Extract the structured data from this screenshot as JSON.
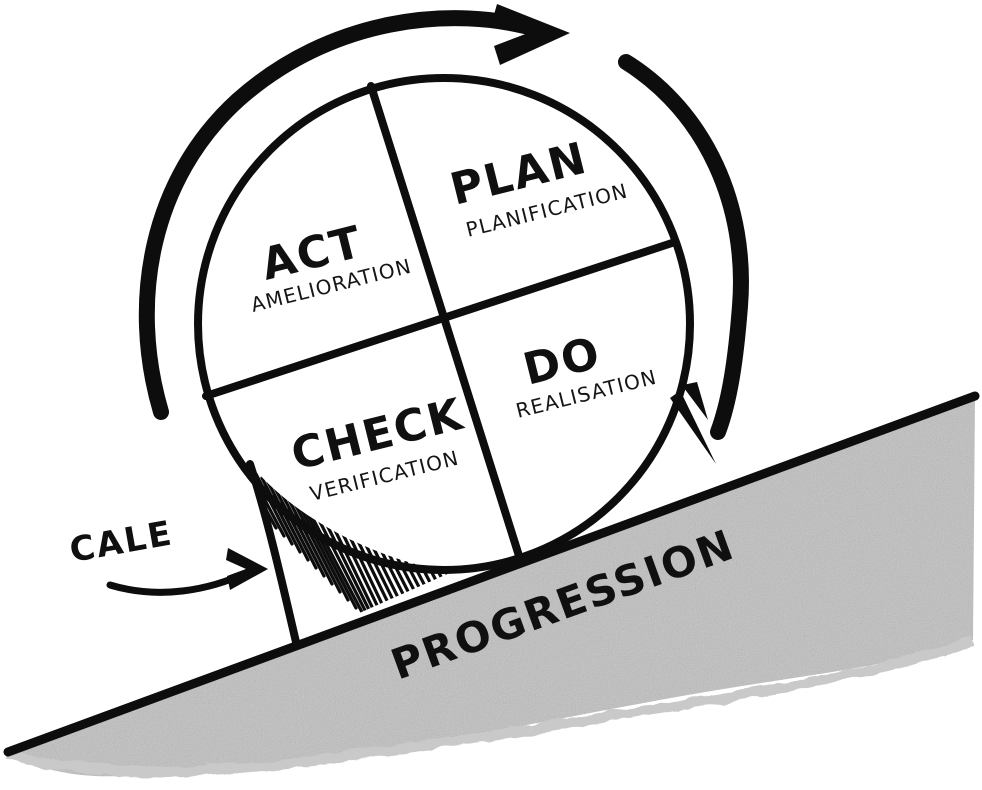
{
  "diagram": {
    "title_concept": "PDCA wheel on an incline (Roue de Deming)",
    "background_color": "#ffffff",
    "ink_color": "#0d0d0d",
    "slope_fill_color": "#c9c9c9",
    "quadrants": [
      {
        "id": "plan",
        "label": "PLAN",
        "sublabel": "PLANIFICATION",
        "position": "top-right"
      },
      {
        "id": "do",
        "label": "DO",
        "sublabel": "REALISATION",
        "position": "bottom-right"
      },
      {
        "id": "check",
        "label": "CHECK",
        "sublabel": "VERIFICATION",
        "position": "bottom-left"
      },
      {
        "id": "act",
        "label": "ACT",
        "sublabel": "AMELIORATION",
        "position": "top-left"
      }
    ],
    "annotations": [
      {
        "id": "cale",
        "label": "CALE",
        "target": "hatched-wedge"
      },
      {
        "id": "progression",
        "label": "PROGRESSION",
        "target": "slope-surface"
      }
    ],
    "arrows": [
      {
        "id": "cycle-arrow-top",
        "direction": "clockwise",
        "head": "right"
      },
      {
        "id": "cycle-arrow-right",
        "direction": "clockwise",
        "head": "down"
      },
      {
        "id": "cale-pointer",
        "direction": "right",
        "head": "right"
      }
    ]
  }
}
